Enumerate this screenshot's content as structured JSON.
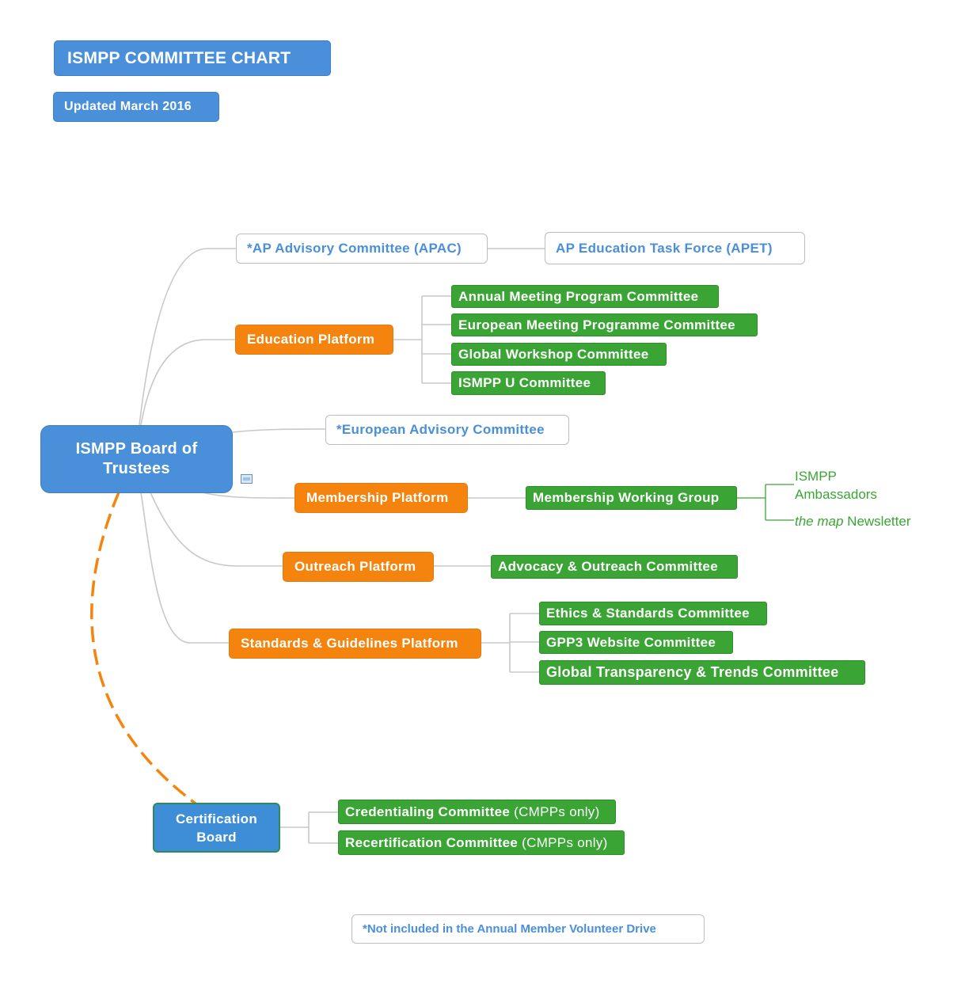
{
  "header": {
    "title": "ISMPP COMMITTEE CHART",
    "updated": "Updated March 2016"
  },
  "root": {
    "label": "ISMPP Board of Trustees"
  },
  "branches": {
    "apac": "*AP Advisory Committee (APAC)",
    "apet": "AP Education Task Force (APET)",
    "education": {
      "label": "Education Platform",
      "children": [
        "Annual Meeting Program Committee",
        "European Meeting Programme Committee",
        "Global Workshop Committee",
        "ISMPP U Committee"
      ]
    },
    "european_advisory": "*European Advisory Committee",
    "membership": {
      "label": "Membership Platform",
      "working_group": "Membership Working Group",
      "ambassadors": "ISMPP Ambassadors",
      "newsletter_italic": "the map",
      "newsletter_rest": "Newsletter"
    },
    "outreach": {
      "label": "Outreach Platform",
      "child": "Advocacy & Outreach Committee"
    },
    "standards": {
      "label": "Standards & Guidelines Platform",
      "children": [
        "Ethics & Standards Committee",
        "GPP3 Website Committee",
        "Global Transparency & Trends Committee"
      ]
    }
  },
  "certification": {
    "label": "Certification Board",
    "children": [
      {
        "bold": "Credentialing Committee",
        "normal": "(CMPPs only)"
      },
      {
        "bold": "Recertification Committee",
        "normal": "(CMPPs only)"
      }
    ]
  },
  "footnote": "*Not included in the Annual Member Volunteer Drive",
  "colors": {
    "blue": "#4a8fd9",
    "orange": "#f5840f",
    "green": "#3aa534",
    "connector": "#c8c8c8",
    "dashed": "#f5840f"
  },
  "icons": {
    "note": "note-icon"
  }
}
